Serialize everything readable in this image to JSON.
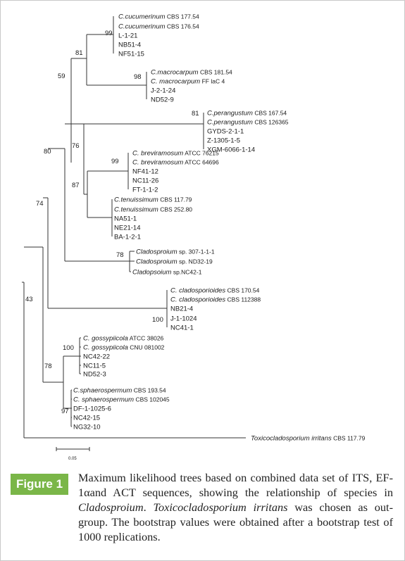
{
  "figure": {
    "label": "Figure 1",
    "caption_parts": [
      "Maximum likelihood trees based on combined data set of ITS, EF-1αand ACT sequences, showing the relationship of species in ",
      "Cladosproium",
      ". ",
      "Toxicocladosporium irritans",
      " was chosen as out-group. The bootstrap values were obtained after a bootstrap test of 1000 replications."
    ],
    "accent_color": "#7ab648"
  },
  "tree": {
    "scale_bar_label": "0.05",
    "bootstrap_values": [
      "99",
      "81",
      "59",
      "98",
      "81",
      "76",
      "99",
      "87",
      "80",
      "78",
      "74",
      "100",
      "43",
      "100",
      "78",
      "97"
    ],
    "taxa": [
      {
        "species": "C.cucumerinum",
        "strain": "CBS 177.54"
      },
      {
        "species": "C.cucumerinum",
        "strain": "CBS 176.54"
      },
      {
        "species": "",
        "strain": "L-1-21"
      },
      {
        "species": "",
        "strain": "NB51-4"
      },
      {
        "species": "",
        "strain": "NF51-15"
      },
      {
        "species": "C.macrocarpum",
        "strain": "CBS 181.54"
      },
      {
        "species": "C. macrocarpum",
        "strain": "FF laC 4"
      },
      {
        "species": "",
        "strain": "J-2-1-24"
      },
      {
        "species": "",
        "strain": "ND52-9"
      },
      {
        "species": "C.perangustum",
        "strain": "CBS 167.54"
      },
      {
        "species": "C.perangustum",
        "strain": "CBS 126365"
      },
      {
        "species": "",
        "strain": "GYDS-2-1-1"
      },
      {
        "species": "",
        "strain": "Z-1305-1-5"
      },
      {
        "species": "",
        "strain": "XGM-6066-1-14"
      },
      {
        "species": "C. breviramosum",
        "strain": "ATCC 76215"
      },
      {
        "species": "C. breviramosum",
        "strain": "ATCC 64696"
      },
      {
        "species": "",
        "strain": "NF41-12"
      },
      {
        "species": "",
        "strain": "NC11-26"
      },
      {
        "species": "",
        "strain": "FT-1-1-2"
      },
      {
        "species": "C.tenuissimum",
        "strain": "CBS 117.79"
      },
      {
        "species": "C.tenuissimum",
        "strain": "CBS 252.80"
      },
      {
        "species": "",
        "strain": "NA51-1"
      },
      {
        "species": "",
        "strain": "NE21-14"
      },
      {
        "species": "",
        "strain": "BA-1-2-1"
      },
      {
        "species": "Cladosproium",
        "strain": "sp. 307-1-1-1"
      },
      {
        "species": "Cladosproium",
        "strain": "sp. ND32-19"
      },
      {
        "species": "Cladopsoium",
        "strain": "sp.NC42-1"
      },
      {
        "species": "C. cladosporioides",
        "strain": "CBS 170.54"
      },
      {
        "species": "C. cladosporioides",
        "strain": "CBS 112388"
      },
      {
        "species": "",
        "strain": "NB21-4"
      },
      {
        "species": "",
        "strain": "J-1-1024"
      },
      {
        "species": "",
        "strain": "NC41-1"
      },
      {
        "species": "C. gossypiicola",
        "strain": "ATCC 38026"
      },
      {
        "species": "C. gossypiicola",
        "strain": "CNU 081002"
      },
      {
        "species": "",
        "strain": "NC42-22"
      },
      {
        "species": "",
        "strain": "NC11-5"
      },
      {
        "species": "",
        "strain": "ND52-3"
      },
      {
        "species": "C.sphaerospermum",
        "strain": "CBS 193.54"
      },
      {
        "species": "C. sphaerospermum",
        "strain": "CBS 102045"
      },
      {
        "species": "",
        "strain": "DF-1-1025-6"
      },
      {
        "species": "",
        "strain": "NC42-15"
      },
      {
        "species": "",
        "strain": "NG32-10"
      },
      {
        "species": "Toxicocladosporium irritans",
        "strain": "CBS 117.79"
      }
    ]
  }
}
